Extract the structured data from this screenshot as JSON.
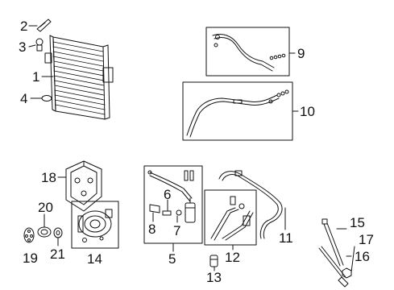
{
  "diagram": {
    "callouts": {
      "c1": "1",
      "c2": "2",
      "c3": "3",
      "c4": "4",
      "c5": "5",
      "c6": "6",
      "c7": "7",
      "c8": "8",
      "c9": "9",
      "c10": "10",
      "c11": "11",
      "c12": "12",
      "c13": "13",
      "c14": "14",
      "c15": "15",
      "c16": "16",
      "c17": "17",
      "c18": "18",
      "c19": "19",
      "c20": "20",
      "c21": "21"
    },
    "colors": {
      "line": "#111111",
      "background": "#ffffff"
    }
  }
}
